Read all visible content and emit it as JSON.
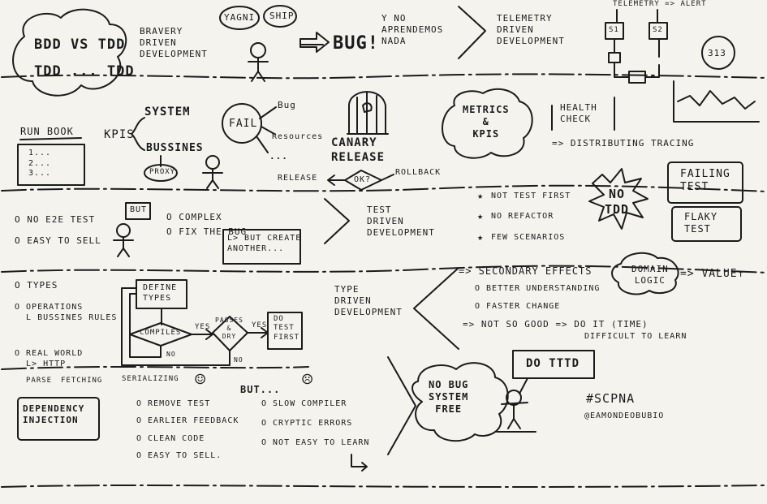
{
  "header": {
    "cloud_bdd_tdd": "BDD vs TDD",
    "cloud_tdd_tdd": "TDD ... TDD",
    "bravery": "BRAVERY\nDRIVEN\nDEVELOPMENT",
    "yagni": "YAGNI",
    "ship": "SHIP",
    "bug": "BUG!",
    "aprendemos": "Y NO\nAPRENDEMOS\nNADA",
    "telemetry": "TELEMETRY\nDRIVEN\nDEVELOPMENT",
    "telemetry_alert": "TELEMETRY => ALERT",
    "s1": "S1",
    "s2": "S2",
    "number_313": "313"
  },
  "band2": {
    "runbook": "RUN BOOK",
    "runbook_items": "1...\n2...\n3...",
    "kpis": "KPIs",
    "system": "SYSTEM",
    "bussines": "BUSSINES",
    "proxy": "PROXY",
    "fail": "FAIL",
    "bug": "Bug",
    "resources": "Resources",
    "ellipsis": "...",
    "canary": "CANARY\nRELEASE",
    "release": "RELEASE",
    "ok": "OK?",
    "rollback": "ROLLBACK",
    "metrics": "METRICS\n&\nKPIs",
    "health_check": "HEALTH\nCHECK",
    "distributing_tracing": "=> DISTRIBUTING TRACING"
  },
  "band3": {
    "no_e2e_test": "o NO E2E TEST",
    "easy_to_sell": "o EASY TO SELL",
    "but": "BUT",
    "complex": "o COMPLEX",
    "fix_the_bug": "o FIX THE BUG",
    "but_create": "L> BUT CREATE\nANOTHER...",
    "tdd_title": "TEST\nDRIVEN\nDEVELOPMENT",
    "not_test_first": "NOT TEST FIRST",
    "no_refactor": "NO REFACTOR",
    "few_scenarios": "FEW SCENARIOS",
    "no_tdd": "NO\nTDD",
    "failing_test": "FAILING\nTEST",
    "flaky_test": "FLAKY\nTEST"
  },
  "band4": {
    "types": "o TYPES",
    "operations": "o OPERATIONS\n  L BUSSINES RULES",
    "define_types": "DEFINE\nTYPES",
    "compiles": "COMPILES",
    "yes1": "YES",
    "passes_dry": "PASSES\n&\nDRY",
    "yes2": "YES",
    "do_test_first": "DO\nTEST\nFIRST",
    "no1": "NO",
    "no2": "NO",
    "real_world": "o REAL WORLD\n  L> HTTP",
    "parse": "PARSE",
    "fetching": "FETCHING",
    "serializing": "SERIALIZING",
    "type_driven": "TYPE\nDRIVEN\nDEVELOPMENT",
    "secondary_effects": "=> SECONDARY EFFECTS",
    "better_understanding": "o BETTER UNDERSTANDING",
    "faster_change": "o FASTER CHANGE",
    "not_so_good": "=> NOT SO GOOD => DO IT (TIME)",
    "difficult": "DIFFICULT TO LEARN",
    "domain_logic": "DOMAIN\nLOGIC",
    "value": "=> VALUE↑"
  },
  "band5": {
    "dependency_injection": "DEPENDENCY\nINJECTION",
    "but": "BUT...",
    "happy_face": "☺",
    "sad_face": "☹",
    "remove_test": "o REMOVE TEST",
    "earlier_feedback": "o EARLIER FEEDBACK",
    "clean_code": "o CLEAN CODE",
    "easy_to_sell": "o EASY TO SELL.",
    "slow_compiler": "o SLOW COMPILER",
    "cryptic_errors": "o CRYPTIC ERRORS",
    "not_easy_to_learn": "o NOT EASY TO LEARN",
    "no_bug": "NO BUG\nSYSTEM\nFREE",
    "do_tttd": "DO TTTD",
    "hashtag": "#SCPNA",
    "handle": "@EAMONDEOBUBIO"
  },
  "colors": {
    "paper": "#f4f3ee",
    "ink": "#1b1b1b"
  }
}
